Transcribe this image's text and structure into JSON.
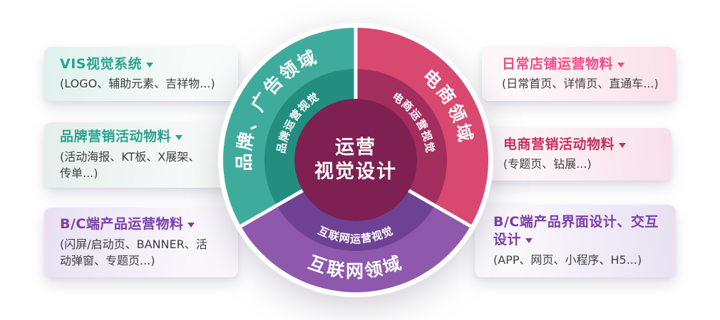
{
  "diagram": {
    "title_center_line1": "运营",
    "title_center_line2": "视觉设计",
    "center_color": "#7E2052",
    "segments": [
      {
        "name": "brand-advertising",
        "outer_label": "品牌、广告领域",
        "inner_label": "品牌运营视觉",
        "outer_color": "#3FAB9D",
        "inner_color": "#238E80"
      },
      {
        "name": "ecommerce",
        "outer_label": "电商领域",
        "inner_label": "电商运营视觉",
        "outer_color": "#D9486F",
        "inner_color": "#A32E5E"
      },
      {
        "name": "internet",
        "outer_label": "互联网领域",
        "inner_label": "互联网运营视觉",
        "outer_color": "#8E58AC",
        "inner_color": "#6F4195"
      }
    ]
  },
  "cards": {
    "top_left": {
      "title": "VIS视觉系统",
      "subtitle": "(LOGO、辅助元素、吉祥物...)",
      "accent": "#2BA390"
    },
    "mid_left": {
      "title": "品牌营销活动物料",
      "subtitle": "(活动海报、KT板、X展架、传单...)",
      "accent": "#2BA390"
    },
    "bottom_left": {
      "title": "B/C端产品运营物料",
      "subtitle": "(闪屏/启动页、BANNER、活动弹窗、专题页...)",
      "accent": "#7B3FA8"
    },
    "top_right": {
      "title": "日常店铺运营物料",
      "subtitle": "(日常首页、详情页、直通车...)",
      "accent": "#EF4E86"
    },
    "mid_right": {
      "title": "电商营销活动物料",
      "subtitle": "(专题页、钻展...)",
      "accent": "#C9305F"
    },
    "bottom_right": {
      "title": "B/C端产品界面设计、交互设计",
      "subtitle": "(APP、网页、小程序、H5...)",
      "accent": "#7B3FA8"
    }
  }
}
